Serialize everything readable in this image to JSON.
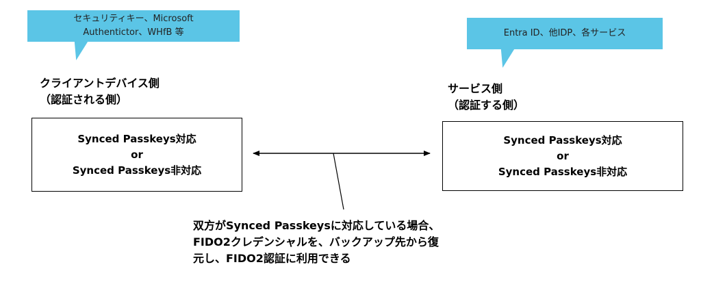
{
  "callouts": {
    "client": {
      "line1": "セキュリティキー、Microsoft",
      "line2": "Authentictor、WHfB 等"
    },
    "service": {
      "text": "Entra ID、他IDP、各サービス"
    }
  },
  "client_side": {
    "title_line1": "クライアントデバイス側",
    "title_line2": "（認証される側）",
    "box_line1": "Synced Passkeys対応",
    "box_line2": "or",
    "box_line3": "Synced Passkeys非対応"
  },
  "service_side": {
    "title_line1": "サービス側",
    "title_line2": "（認証する側）",
    "box_line1": "Synced Passkeys対応",
    "box_line2": "or",
    "box_line3": "Synced Passkeys非対応"
  },
  "note": {
    "line1": "双方がSynced Passkeysに対応している場合、",
    "line2": "FIDO2クレデンシャルを、バックアップ先から復",
    "line3": "元し、FIDO2認証に利用できる"
  },
  "colors": {
    "callout_bg": "#5bc5e6",
    "line": "#000000"
  }
}
